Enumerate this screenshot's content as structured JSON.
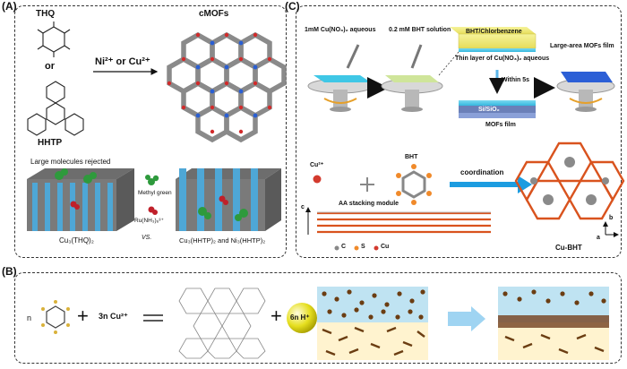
{
  "panelA": {
    "label": "(A)",
    "thq": "THQ",
    "or": "or",
    "hhtp": "HHTP",
    "metal": "Ni²⁺ or Cu²⁺",
    "product": "cMOFs",
    "rejected": "Large molecules rejected",
    "methyl_green": "Methyl green",
    "ru": "Ru(NH₃)₆³⁺",
    "vs": "VS.",
    "left_caption": "Cu₃(THQ)₂",
    "right_caption": "Cu₃(HHTP)₂ and Ni₃(HHTP)₂"
  },
  "panelC": {
    "label": "(C)",
    "step1": "1mM Cu(NO₃)₂ aqueous",
    "step2": "0.2 mM BHT solution",
    "layer_top": "BHT/Chlorbenzene",
    "layer_mid": "Thin layer of Cu(NO₃)₂ aqueous",
    "within": "Within 5s",
    "substrate": "Si/SiO₂",
    "film": "MOFs film",
    "large_film": "Large-area MOFs film",
    "cu_ion": "Cu²⁺",
    "bht": "BHT",
    "coordination": "coordination",
    "stacking": "AA stacking module",
    "axis_c": "c",
    "axis_a": "a",
    "axis_b": "b",
    "legend_c": "C",
    "legend_s": "S",
    "legend_cu": "Cu",
    "product": "Cu-BHT"
  },
  "panelB": {
    "label": "(B)",
    "n": "n",
    "plus1": "+",
    "cu": "3n  Cu²⁺",
    "plus2": "+",
    "proton": "6n  H⁺"
  },
  "colors": {
    "blue_arrow": "#5bb6ea",
    "wall": "#4ea7d6",
    "green": "#2e9a3c",
    "red": "#c0202a",
    "orange": "#f08a2a",
    "water": "#bfe3f2",
    "oil": "#fff3cf",
    "rod": "#6b3d12"
  }
}
